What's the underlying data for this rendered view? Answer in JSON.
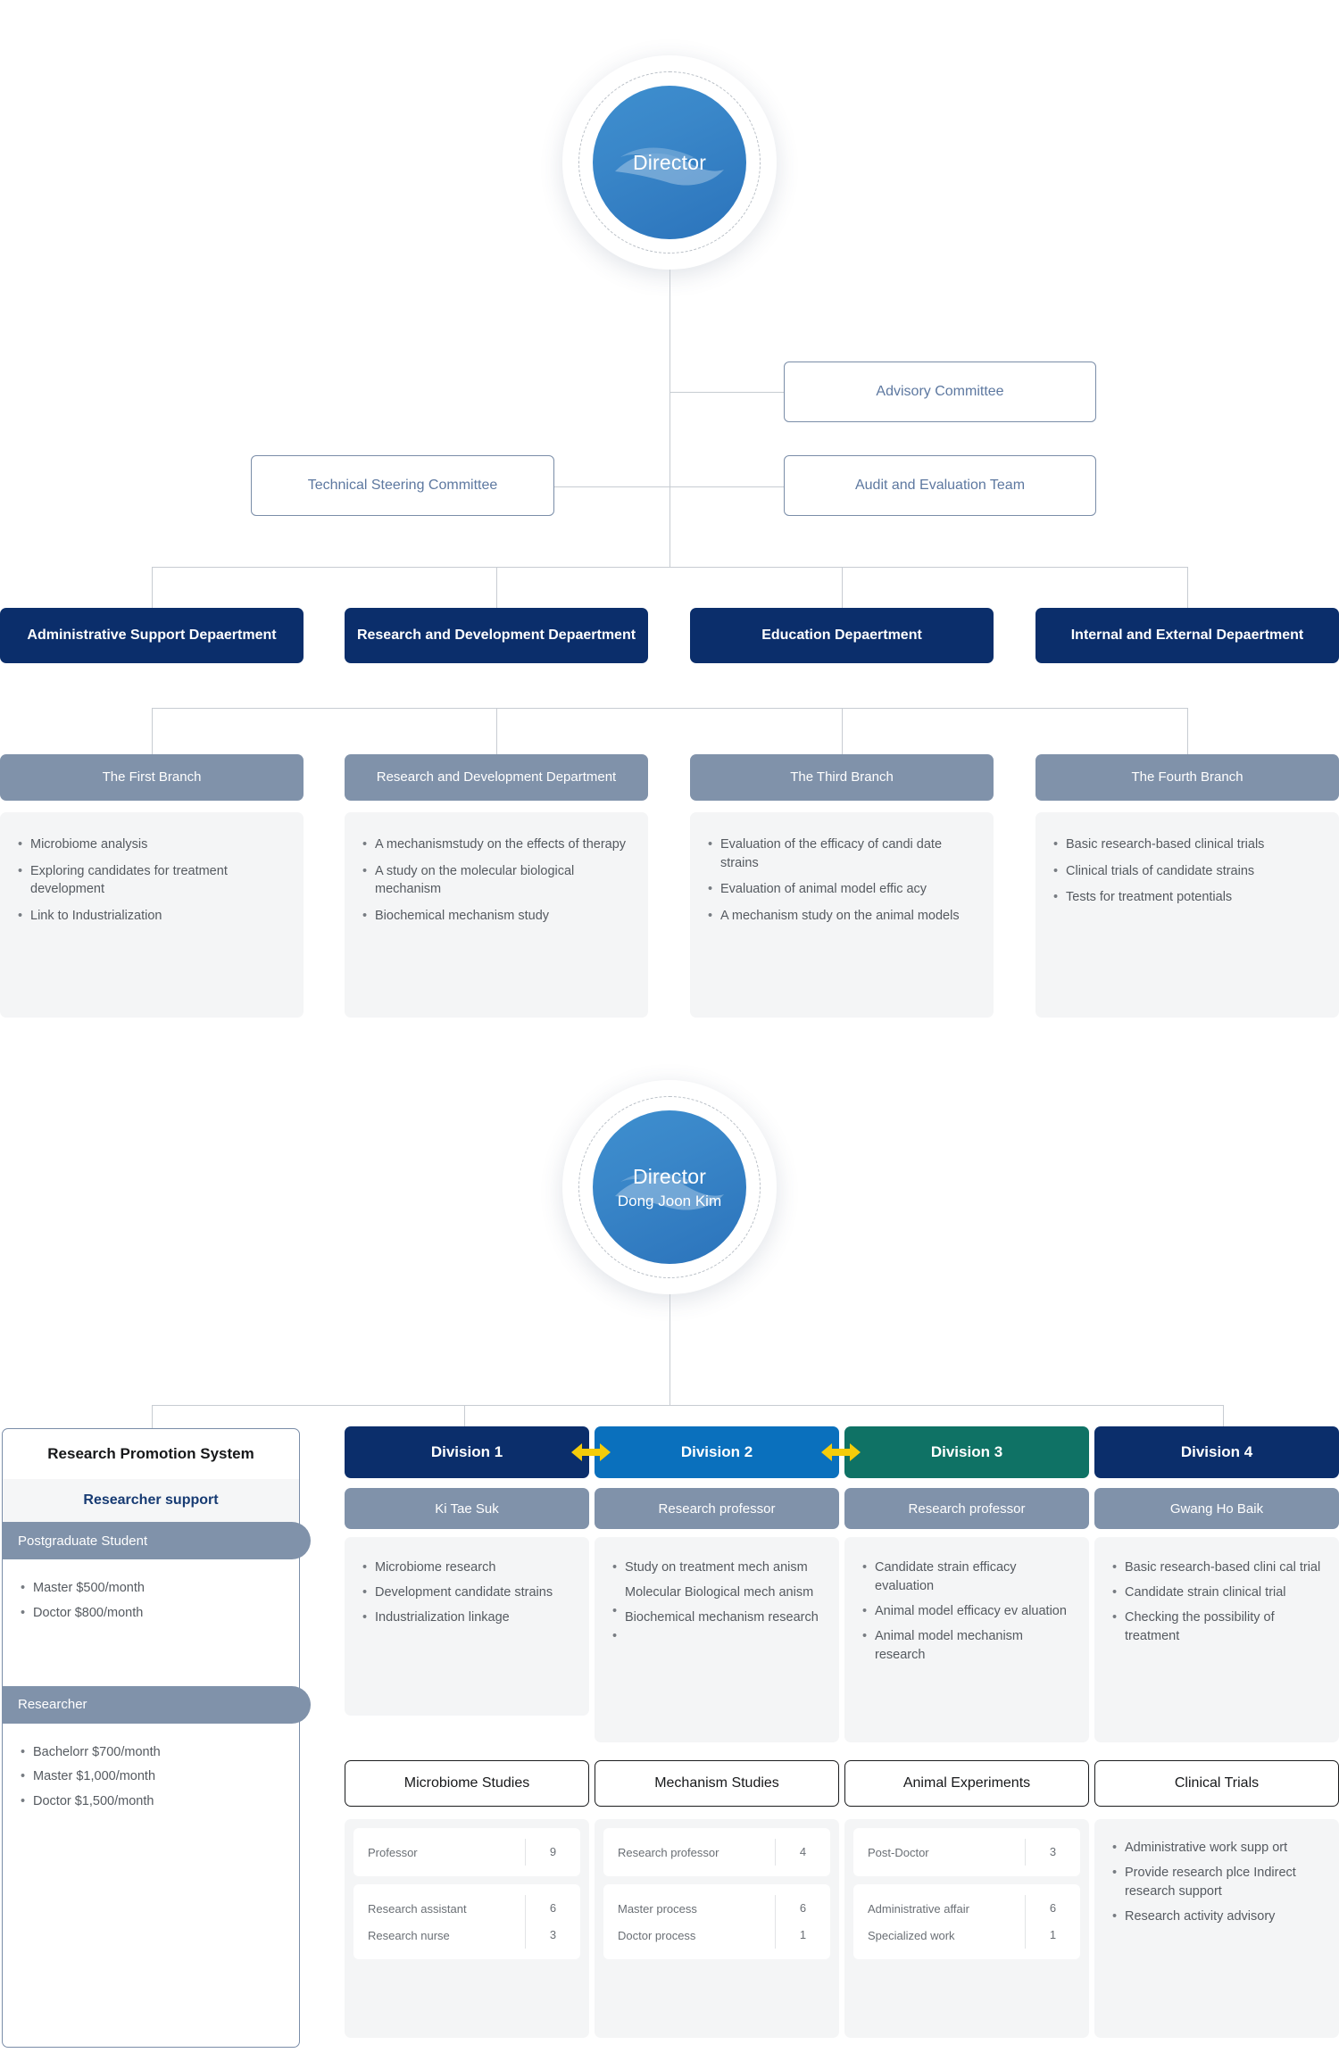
{
  "top_chart": {
    "director": {
      "title": "Director"
    },
    "committees": [
      {
        "label": "Advisory Committee"
      },
      {
        "label": "Technical Steering Committee"
      },
      {
        "label": "Audit and Evaluation Team"
      }
    ],
    "departments": [
      {
        "label": "Administrative Support Depaertment"
      },
      {
        "label": "Research and Development Depaertment"
      },
      {
        "label": "Education Depaertment"
      },
      {
        "label": "Internal and External Depaertment"
      }
    ],
    "branches": [
      {
        "head": "The First Branch",
        "items": [
          "Microbiome analysis",
          "Exploring candidates for treatment development",
          "Link to Industrialization"
        ]
      },
      {
        "head": "Research and Development Department",
        "items": [
          "A mechanismstudy on the effects of therapy",
          "A study on the molecular biological mechanism",
          "Biochemical mechanism study"
        ]
      },
      {
        "head": "The Third Branch",
        "items": [
          "Evaluation of the efficacy of candi date strains",
          "Evaluation of animal model effic acy",
          "A mechanism study on the animal models"
        ]
      },
      {
        "head": "The Fourth Branch",
        "items": [
          "Basic research-based clinical trials",
          "Clinical trials of candidate strains",
          "Tests for treatment potentials"
        ]
      }
    ]
  },
  "bottom_chart": {
    "director": {
      "title": "Director",
      "name": "Dong Joon Kim"
    },
    "promotion_panel": {
      "title": "Research Promotion System",
      "subtitle": "Researcher support",
      "groups": [
        {
          "pill": "Postgraduate Student",
          "items": [
            "Master $500/month",
            "Doctor $800/month"
          ]
        },
        {
          "pill": "Researcher",
          "items": [
            "Bachelorr $700/month",
            "Master $1,000/month",
            "Doctor $1,500/month"
          ]
        }
      ]
    },
    "divisions": [
      {
        "label": "Division 1",
        "color": "#0b2e6b",
        "name": "Ki Tae Suk",
        "items": [
          "Microbiome research",
          "Development candidate strains",
          "Industrialization linkage"
        ],
        "offset_bullets": false,
        "study_title": "Microbiome Studies",
        "count_cards": [
          [
            {
              "label": "Professor",
              "value": "9"
            }
          ],
          [
            {
              "label": "Research assistant",
              "value": "6"
            },
            {
              "label": "Research nurse",
              "value": "3"
            }
          ]
        ]
      },
      {
        "label": "Division 2",
        "color": "#0a70bd",
        "name": "Research professor",
        "items": [
          "Study on treatment mech anism",
          "Molecular Biological mech anism",
          "Biochemical mechanism research"
        ],
        "offset_bullets": true,
        "study_title": "Mechanism Studies",
        "count_cards": [
          [
            {
              "label": "Research professor",
              "value": "4"
            }
          ],
          [
            {
              "label": "Master process",
              "value": "6"
            },
            {
              "label": "Doctor process",
              "value": "1"
            }
          ]
        ]
      },
      {
        "label": "Division 3",
        "color": "#0f7265",
        "name": "Research professor",
        "items": [
          "Candidate strain efficacy evaluation",
          "Animal model efficacy ev aluation",
          "Animal model mechanism research"
        ],
        "offset_bullets": false,
        "study_title": "Animal Experiments",
        "count_cards": [
          [
            {
              "label": "Post-Doctor",
              "value": "3"
            }
          ],
          [
            {
              "label": "Administrative affair",
              "value": "6"
            },
            {
              "label": "Specialized work",
              "value": "1"
            }
          ]
        ]
      },
      {
        "label": "Division 4",
        "color": "#0b2e6b",
        "name": "Gwang Ho Baik",
        "items": [
          "Basic research-based clini cal trial",
          "Candidate strain clinical trial",
          "Checking the possibility of treatment"
        ],
        "offset_bullets": false,
        "study_title": "Clinical Trials",
        "note_items": [
          "Administrative work supp ort",
          "Provide research plce Indirect research support",
          "Research activity advisory"
        ]
      }
    ],
    "arrow_color": "#f5cc0a"
  }
}
